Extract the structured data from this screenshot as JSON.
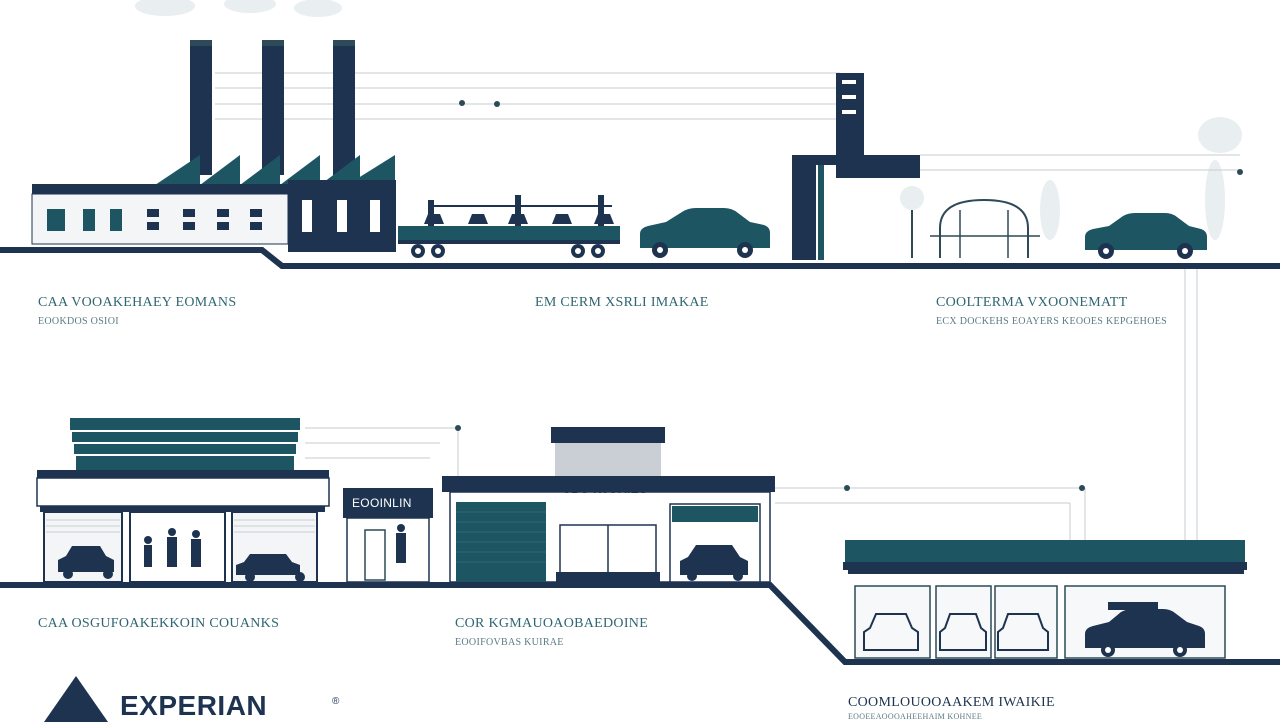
{
  "colors": {
    "navy": "#1e3350",
    "teal": "#1d5662",
    "slate": "#2c4a57",
    "gray_panel": "#c9cfd4",
    "label_teal": "#2f6673",
    "line": "#c7cdd2"
  },
  "stages": [
    {
      "title": "CAA VOOAKEHAEY EOMANS",
      "subtitle": "EOOKDOS OSIOI"
    },
    {
      "title": "EM CERM XSRLI IMAKAE",
      "subtitle": ""
    },
    {
      "title": "COOLTERMA VXOONEMATT",
      "subtitle": "ECX DOCKEHS EOAYERS KEOOES KEPGEHOES"
    },
    {
      "title": "CAA OSGUFOAKEKKOIN COUANKS",
      "subtitle": ""
    },
    {
      "title": "COR KGMAUOAOBAEDOINE",
      "subtitle": "EOOIFOVBAS KUIRAE"
    },
    {
      "title": "COOMLOUOOAAKEM IWAIKIE",
      "subtitle": "EOOEEAOOOAHEEHAIM KOHNEE"
    }
  ],
  "signs": {
    "showroom": "EOOINLIN",
    "dealership": "CBG IWOAIES"
  },
  "logo": {
    "name": "EXPERIAN",
    "reg": "®"
  }
}
